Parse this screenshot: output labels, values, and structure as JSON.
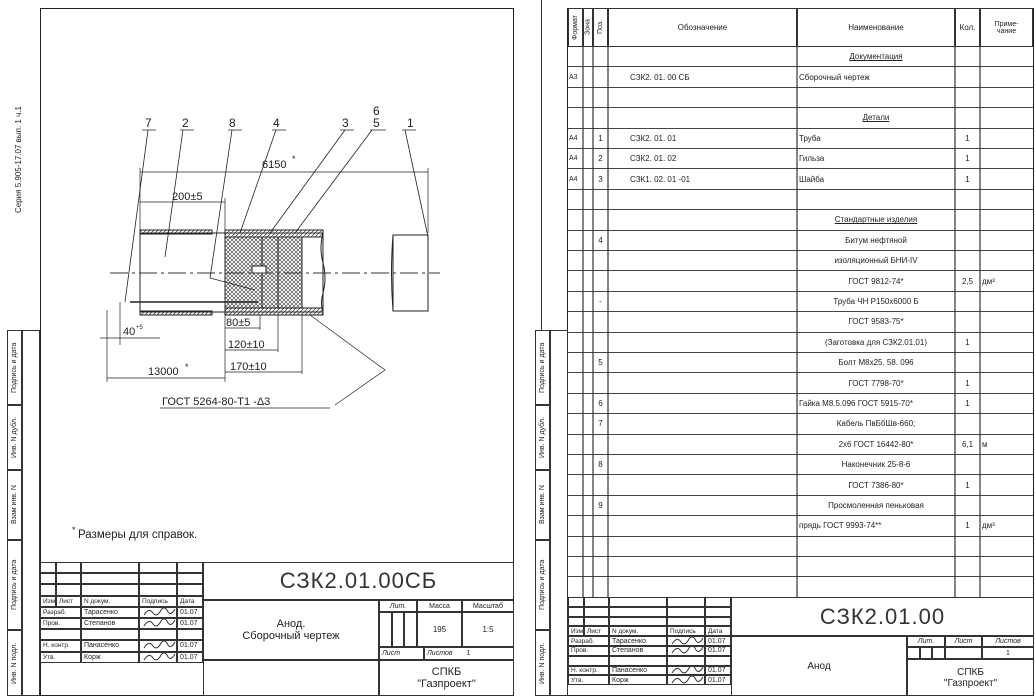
{
  "stamp_labels": [
    "Инв. N подл.",
    "Подпись и дата",
    "Взам инв. N",
    "Инв. N дубл.",
    "Подпись и дата"
  ],
  "series": "Серия 5.905-17.07 вып. 1 ч.1",
  "drawing": {
    "leaders": [
      "7",
      "2",
      "8",
      "4",
      "3",
      "6",
      "5",
      "1"
    ],
    "dims": {
      "overall": "6150",
      "d200": "200±5",
      "d40": "40",
      "d40_tol": "+5",
      "d80": "80±5",
      "d120": "120±10",
      "d170": "170±10",
      "d13000": "13000"
    },
    "ref_mark": "*",
    "weld": "ГОСТ 5264-80-Т1 -Δ3",
    "note": "Размеры для справок."
  },
  "tb_headers": {
    "izm": "Изм.",
    "list": "Лист",
    "ndoc": "N докум.",
    "sign": "Подпись",
    "date": "Дата"
  },
  "tb_people": [
    {
      "role": "Разраб.",
      "name": "Тарасенко",
      "date": "01.07"
    },
    {
      "role": "Пров.",
      "name": "Степанов",
      "date": "01.07"
    },
    {
      "role": "",
      "name": "",
      "date": ""
    },
    {
      "role": "Н. контр.",
      "name": "Панасенко",
      "date": "01.07"
    },
    {
      "role": "Утв.",
      "name": "Корж",
      "date": "01.07"
    }
  ],
  "left_tb": {
    "code": "СЗК2.01.00СБ",
    "name1": "Анод.",
    "name2": "Сборочный чертеж",
    "lit": "Лит.",
    "mass_label": "Масса",
    "scale_label": "Масштаб",
    "mass": "195",
    "scale": "1:5",
    "sheet": "Лист",
    "sheets": "Листов",
    "sheets_val": "1",
    "org1": "СПКБ",
    "org2": "\"Газпроект\""
  },
  "spec_headers": {
    "format": "Формат",
    "zone": "Зона",
    "pos": "Поз.",
    "designation": "Обозначение",
    "name": "Наименование",
    "qty": "Кол.",
    "note1": "Приме-",
    "note2": "чание"
  },
  "spec_rows": [
    {
      "f": "",
      "p": "",
      "d": "",
      "n": "Документация",
      "q": "",
      "r": "",
      "sec": true
    },
    {
      "f": "А3",
      "p": "",
      "d": "СЗК2. 01. 00 СБ",
      "n": "Сборочный чертеж",
      "q": "",
      "r": ""
    },
    {
      "f": "",
      "p": "",
      "d": "",
      "n": "",
      "q": "",
      "r": ""
    },
    {
      "f": "",
      "p": "",
      "d": "",
      "n": "Детали",
      "q": "",
      "r": "",
      "sec": true
    },
    {
      "f": "А4",
      "p": "1",
      "d": "СЗК2. 01. 01",
      "n": "Труба",
      "q": "1",
      "r": ""
    },
    {
      "f": "А4",
      "p": "2",
      "d": "СЗК2. 01. 02",
      "n": "Гильза",
      "q": "1",
      "r": ""
    },
    {
      "f": "А4",
      "p": "3",
      "d": "СЗК1. 02. 01 -01",
      "n": "Шайба",
      "q": "1",
      "r": ""
    },
    {
      "f": "",
      "p": "",
      "d": "",
      "n": "",
      "q": "",
      "r": ""
    },
    {
      "f": "",
      "p": "",
      "d": "",
      "n": "Стандартные изделия",
      "q": "",
      "r": "",
      "sec": true
    },
    {
      "f": "",
      "p": "4",
      "d": "",
      "n": "Битум нефтяной",
      "q": "",
      "r": "",
      "ctr": true
    },
    {
      "f": "",
      "p": "",
      "d": "",
      "n": "изоляционный БНИ-IV",
      "q": "",
      "r": "",
      "ctr": true
    },
    {
      "f": "",
      "p": "",
      "d": "",
      "n": "ГОСТ 9812-74*",
      "q": "2,5",
      "r": "дм³",
      "ctr": true
    },
    {
      "f": "",
      "p": "-",
      "d": "",
      "n": "Труба ЧН Р150х6000 Б",
      "q": "",
      "r": "",
      "ctr": true
    },
    {
      "f": "",
      "p": "",
      "d": "",
      "n": "ГОСТ 9583-75*",
      "q": "",
      "r": "",
      "ctr": true
    },
    {
      "f": "",
      "p": "",
      "d": "",
      "n": "(Заготовка для СЗК2.01.01)",
      "q": "1",
      "r": "",
      "ctr": true
    },
    {
      "f": "",
      "p": "5",
      "d": "",
      "n": "Болт М8х25. 58. 096",
      "q": "",
      "r": "",
      "ctr": true
    },
    {
      "f": "",
      "p": "",
      "d": "",
      "n": "ГОСТ 7798-70*",
      "q": "1",
      "r": "",
      "ctr": true
    },
    {
      "f": "",
      "p": "6",
      "d": "",
      "n": "Гайка М8.5.096 ГОСТ 5915-70*",
      "q": "1",
      "r": ""
    },
    {
      "f": "",
      "p": "7",
      "d": "",
      "n": "Кабель ПвБбШв-660;",
      "q": "",
      "r": "",
      "ctr": true
    },
    {
      "f": "",
      "p": "",
      "d": "",
      "n": "2х6 ГОСТ 16442-80*",
      "q": "6,1",
      "r": "м",
      "ctr": true
    },
    {
      "f": "",
      "p": "8",
      "d": "",
      "n": "Наконечник 25-8-6",
      "q": "",
      "r": "",
      "ctr": true
    },
    {
      "f": "",
      "p": "",
      "d": "",
      "n": "ГОСТ 7386-80*",
      "q": "1",
      "r": "",
      "ctr": true
    },
    {
      "f": "",
      "p": "9",
      "d": "",
      "n": "Просмоленная пеньковая",
      "q": "",
      "r": "",
      "ctr": true
    },
    {
      "f": "",
      "p": "",
      "d": "",
      "n": "прядь ГОСТ 9993-74**",
      "q": "1",
      "r": "дм³"
    },
    {
      "f": "",
      "p": "",
      "d": "",
      "n": "",
      "q": "",
      "r": ""
    },
    {
      "f": "",
      "p": "",
      "d": "",
      "n": "",
      "q": "",
      "r": ""
    },
    {
      "f": "",
      "p": "",
      "d": "",
      "n": "",
      "q": "",
      "r": ""
    }
  ],
  "right_tb": {
    "code": "СЗК2.01.00",
    "name": "Анод",
    "lit": "Лит.",
    "sheet": "Лист",
    "sheets": "Листов",
    "sheets_val": "1",
    "org1": "СПКБ",
    "org2": "\"Газпроект\""
  }
}
